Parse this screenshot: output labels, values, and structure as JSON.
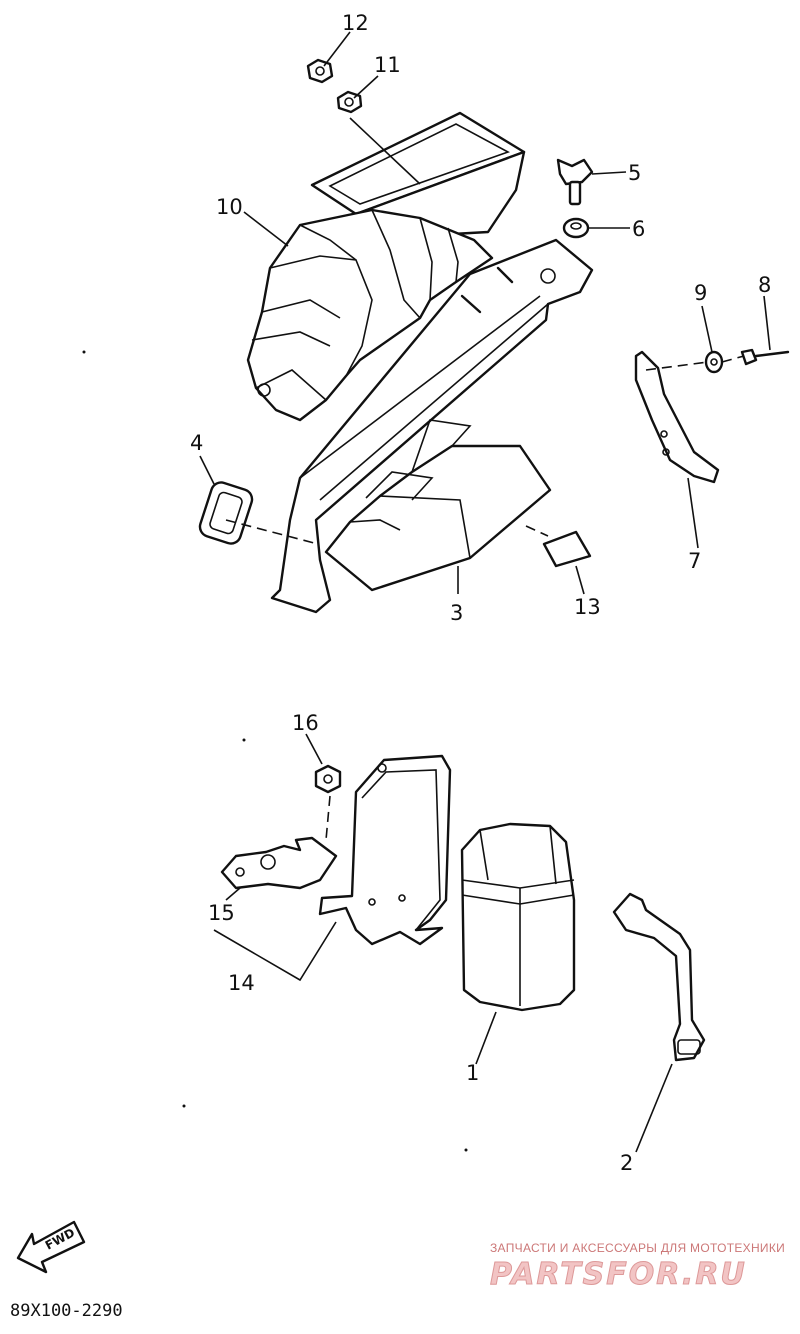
{
  "diagram": {
    "code": "89X100-2290",
    "fwd_label": "FWD",
    "callouts": [
      "1",
      "2",
      "3",
      "4",
      "5",
      "6",
      "7",
      "8",
      "9",
      "10",
      "11",
      "12",
      "13",
      "14",
      "15",
      "16"
    ]
  },
  "watermark": {
    "caption": "ЗАПЧАСТИ И АКСЕССУАРЫ ДЛЯ МОТОТЕХНИКИ",
    "logo": "PARTSFOR.RU"
  },
  "colors": {
    "line": "#111111",
    "watermark": "#cc7777",
    "background": "#ffffff"
  }
}
